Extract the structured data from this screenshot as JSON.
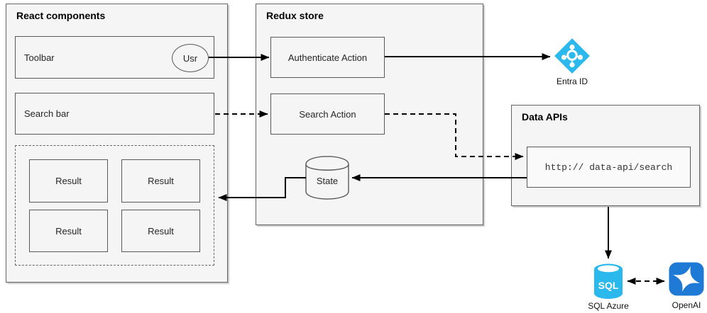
{
  "react": {
    "title": "React components",
    "toolbar": {
      "label": "Toolbar",
      "user_badge": "Usr"
    },
    "search_bar": {
      "label": "Search bar"
    },
    "results": [
      "Result",
      "Result",
      "Result",
      "Result"
    ]
  },
  "redux": {
    "title": "Redux store",
    "authenticate_action": "Authenticate Action",
    "search_action": "Search Action",
    "state": "State"
  },
  "data_apis": {
    "title": "Data APIs",
    "endpoint": "http:// data-api/search"
  },
  "external": {
    "entra_id": {
      "label": "Entra ID"
    },
    "sql_azure": {
      "label": "SQL Azure",
      "icon_text": "SQL"
    },
    "openai": {
      "label": "OpenAI"
    }
  },
  "colors": {
    "container_fill": "#f5f5f5",
    "border_gray": "#595959",
    "azure_cyan": "#2bb8ec",
    "openai_blue": "#1f7ad6",
    "connector": "#000000"
  }
}
